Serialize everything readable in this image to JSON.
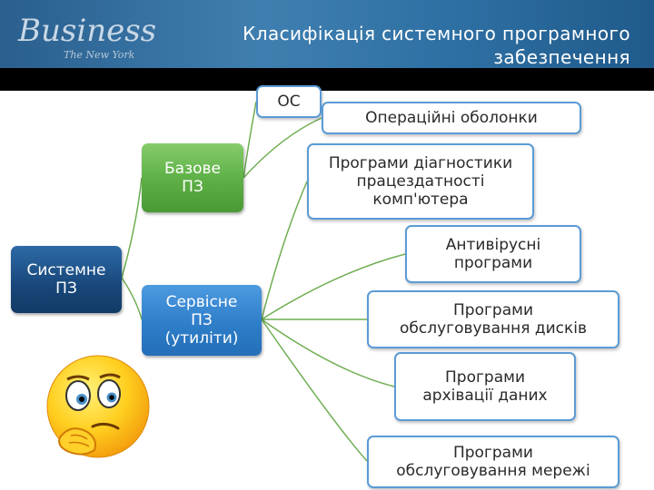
{
  "header": {
    "logo_text": "Business",
    "logo_subtext": "The New York",
    "title_line1": "Класифікація системного програмного",
    "title_line2": "забезпечення"
  },
  "diagram": {
    "root": {
      "line1": "Системне",
      "line2": "ПЗ"
    },
    "base": {
      "line1": "Базове",
      "line2": "ПЗ"
    },
    "service": {
      "line1": "Сервісне",
      "line2": "ПЗ",
      "line3": "(утиліти)"
    },
    "base_children": {
      "os": "ОС",
      "shells": "Операційні оболонки"
    },
    "service_children": {
      "diagnostics": {
        "line1": "Програми діагностики",
        "line2": "працездатності",
        "line3": "комп'ютера"
      },
      "antivirus": {
        "line1": "Антивірусні",
        "line2": "програми"
      },
      "disk": {
        "line1": "Програми",
        "line2": "обслуговування дисків"
      },
      "archive": {
        "line1": "Програми",
        "line2": "архівації даних"
      },
      "network": {
        "line1": "Програми",
        "line2": "обслуговування мережі"
      }
    }
  },
  "colors": {
    "root_box": "#18477a",
    "base_box": "#5cae44",
    "service_box": "#2f7ec9",
    "leaf_border": "#5b9bd5",
    "connector": "#6fae52",
    "header_bg": "#2a5f8e"
  },
  "icons": {
    "emoticon": "thinking-smiley-icon"
  }
}
